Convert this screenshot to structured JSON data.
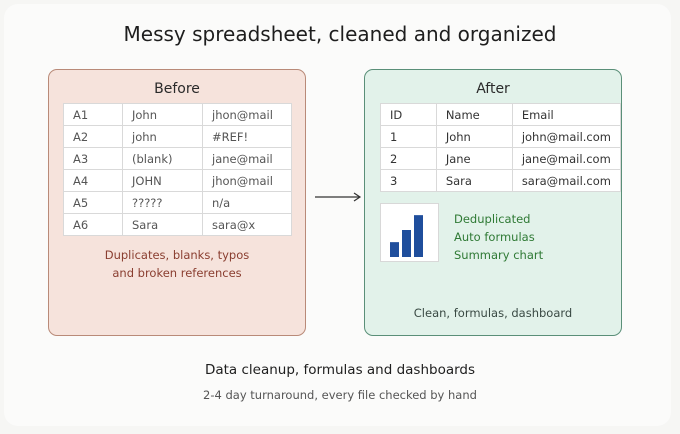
{
  "title": "Messy spreadsheet, cleaned and organized",
  "before": {
    "label": "Before",
    "rows": [
      [
        "A1",
        "John",
        "jhon@mail"
      ],
      [
        "A2",
        "john",
        "#REF!"
      ],
      [
        "A3",
        "(blank)",
        "jane@mail"
      ],
      [
        "A4",
        "JOHN",
        "jhon@mail"
      ],
      [
        "A5",
        "?????",
        "n/a"
      ],
      [
        "A6",
        "Sara",
        "sara@x"
      ]
    ],
    "caption_line1": "Duplicates, blanks, typos",
    "caption_line2": "and broken references"
  },
  "after": {
    "label": "After",
    "header": [
      "ID",
      "Name",
      "Email"
    ],
    "rows": [
      [
        "1",
        "John",
        "john@mail.com"
      ],
      [
        "2",
        "Jane",
        "jane@mail.com"
      ],
      [
        "3",
        "Sara",
        "sara@mail.com"
      ]
    ],
    "features": [
      "Deduplicated",
      "Auto formulas",
      "Summary chart"
    ],
    "caption": "Clean, formulas, dashboard",
    "chart_icon": "bar-chart-icon",
    "chart_levels": [
      0.33,
      0.6,
      0.93
    ],
    "chart_color": "#1f4e9c"
  },
  "footer": {
    "headline": "Data cleanup, formulas and dashboards",
    "subline": "2-4 day turnaround, every file checked by hand"
  },
  "colors": {
    "before_fill": "#f6e3dc",
    "before_border": "#b98a78",
    "after_fill": "#e2f2ea",
    "after_border": "#5a8f78",
    "features_text": "#2f7a35",
    "before_caption": "#8a3e30"
  }
}
